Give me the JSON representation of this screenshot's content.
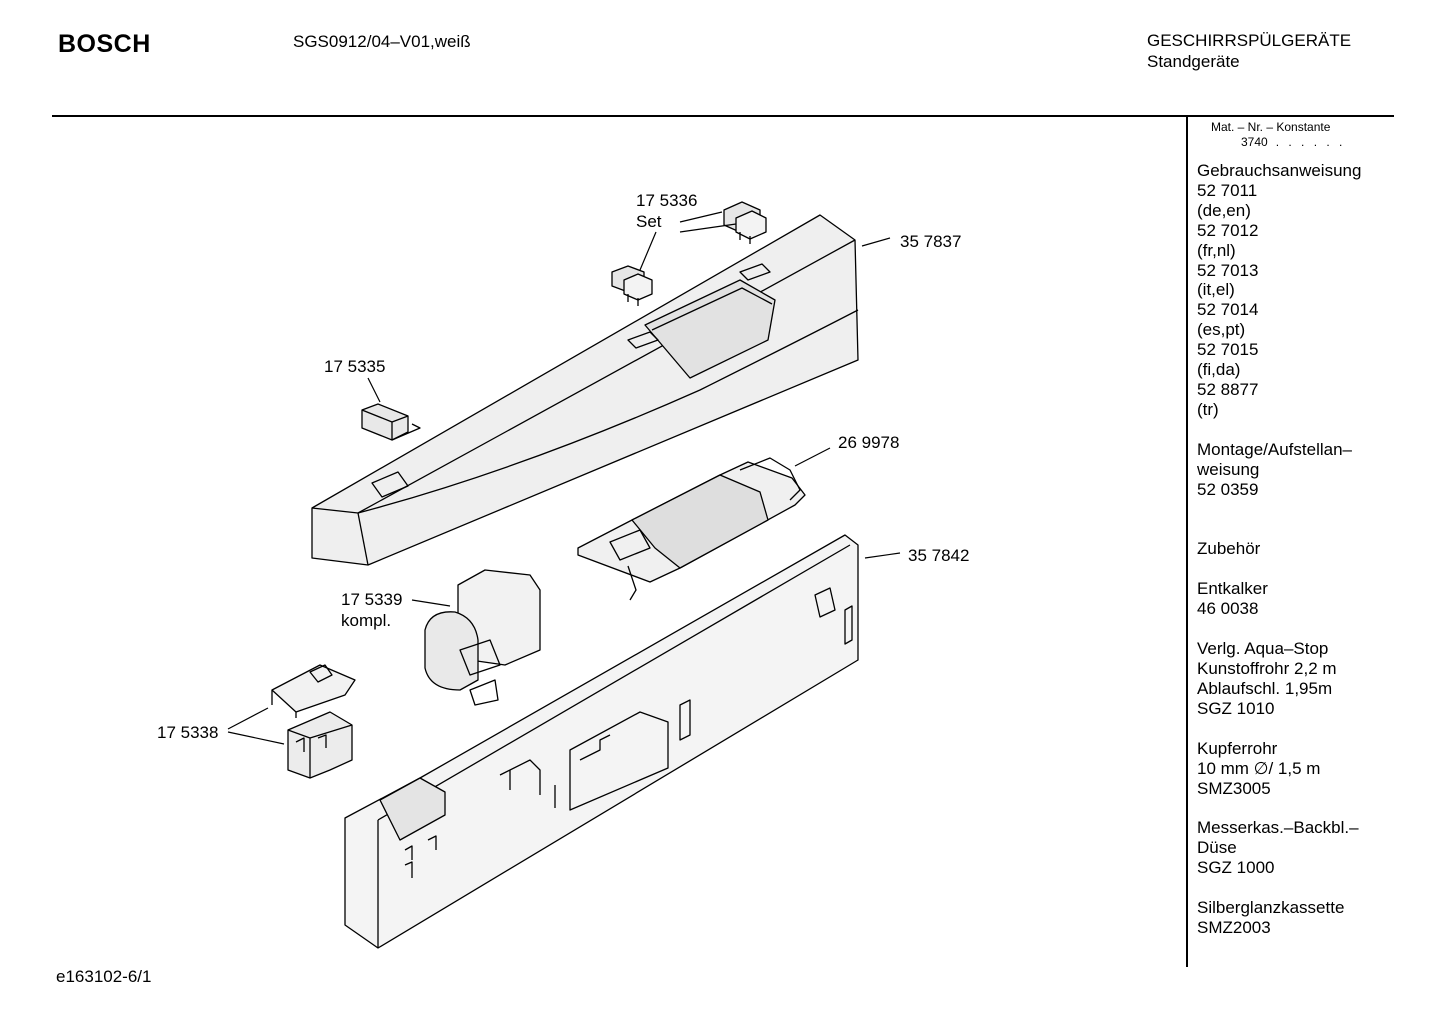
{
  "header": {
    "brand": "BOSCH",
    "model": "SGS0912/04–V01,weiß",
    "category_line1": "GESCHIRRSPÜLGERÄTE",
    "category_line2": "Standgeräte"
  },
  "material": {
    "label": "Mat. – Nr. – Konstante",
    "number": "3740",
    "dots": ". . . . . ."
  },
  "sidebar": {
    "blocks": [
      {
        "lines": [
          "Gebrauchsanweisung",
          "52 7011",
          "(de,en)",
          "52 7012",
          "(fr,nl)",
          "52 7013",
          "(it,el)",
          "52 7014",
          "(es,pt)",
          "52 7015",
          "(fi,da)",
          "52 8877",
          "(tr)"
        ]
      },
      {
        "lines": [
          "Montage/Aufstellan–",
          "weisung",
          "52 0359"
        ]
      },
      {
        "lines": [
          "",
          "Zubehör"
        ]
      },
      {
        "lines": [
          "Entkalker",
          "46 0038"
        ]
      },
      {
        "lines": [
          "Verlg. Aqua–Stop",
          "Kunstoffrohr 2,2 m",
          "Ablaufschl. 1,95m",
          "SGZ 1010"
        ]
      },
      {
        "lines": [
          "Kupferrohr",
          "10 mm ∅/ 1,5 m",
          "SMZ3005"
        ]
      },
      {
        "lines": [
          "Messerkas.–Backbl.–",
          "Düse",
          "SGZ 1000"
        ]
      },
      {
        "lines": [
          "Silberglanzkassette",
          "SMZ2003"
        ]
      }
    ]
  },
  "parts": {
    "p175336": "17 5336",
    "p175336_note": "Set",
    "p357837": "35 7837",
    "p175335": "17 5335",
    "p269978": "26 9978",
    "p357842": "35 7842",
    "p175339": "17 5339",
    "p175339_note": "kompl.",
    "p175338": "17 5338"
  },
  "footer": {
    "code": "e163102-6/1"
  }
}
